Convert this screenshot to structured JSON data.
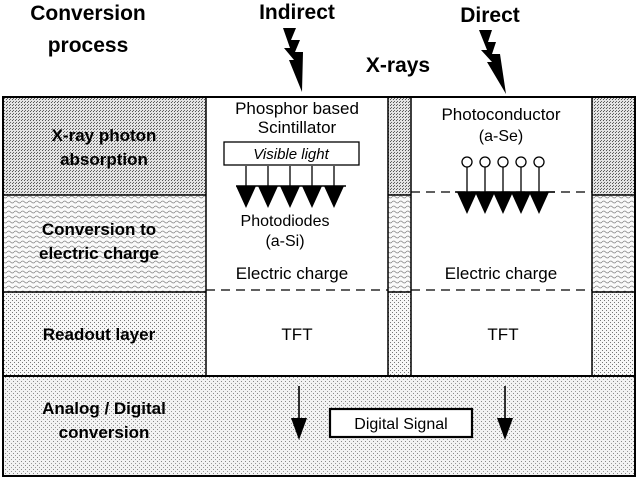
{
  "header": {
    "conversion_process_line1": "Conversion",
    "conversion_process_line2": "process",
    "indirect": "Indirect",
    "direct": "Direct",
    "xrays": "X-rays"
  },
  "rows": {
    "xray_absorption_line1": "X-ray photon",
    "xray_absorption_line2": "absorption",
    "conversion_charge_line1": "Conversion to",
    "conversion_charge_line2": "electric charge",
    "readout": "Readout layer",
    "analog_digital_line1": "Analog / Digital",
    "analog_digital_line2": "conversion"
  },
  "indirect_column": {
    "phosphor_line1": "Phosphor based",
    "phosphor_line2": "Scintillator",
    "visible_light": "Visible light",
    "photodiodes_line1": "Photodiodes",
    "photodiodes_line2": "(a-Si)",
    "electric_charge": "Electric charge",
    "tft": "TFT"
  },
  "direct_column": {
    "photoconductor_line1": "Photoconductor",
    "photoconductor_line2": "(a-Se)",
    "electric_charge": "Electric charge",
    "tft": "TFT"
  },
  "bottom": {
    "digital_signal": "Digital Signal"
  }
}
